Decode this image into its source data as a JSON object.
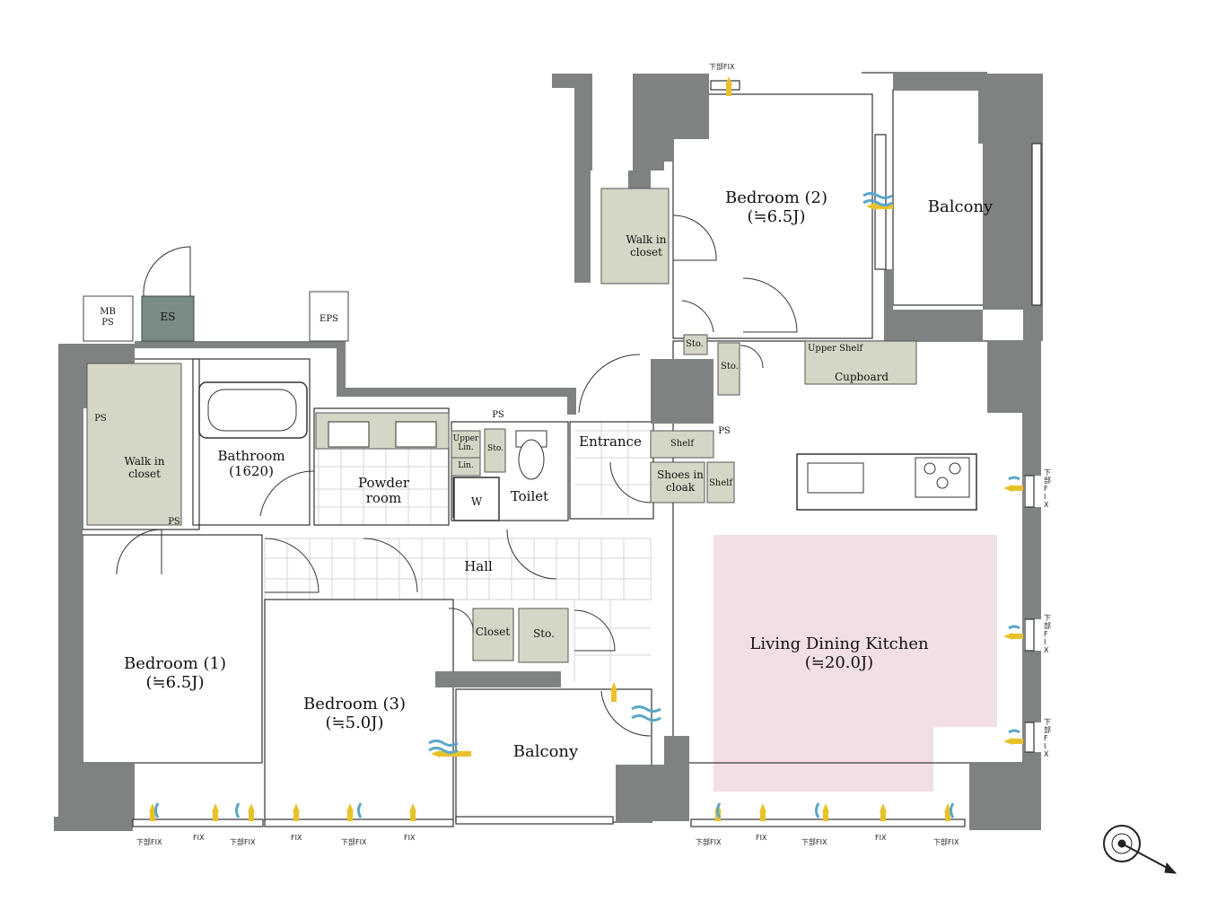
{
  "rooms": {
    "living": {
      "name": "Living Dining Kitchen",
      "area": "(≒20.0J)"
    },
    "bedroom1": {
      "name": "Bedroom (1)",
      "area": "(≒6.5J)"
    },
    "bedroom2": {
      "name": "Bedroom (2)",
      "area": "(≒6.5J)"
    },
    "bedroom3": {
      "name": "Bedroom (3)",
      "area": "(≒5.0J)"
    },
    "balcony_top": "Balcony",
    "balcony_bottom": "Balcony",
    "bathroom": {
      "name": "Bathroom",
      "size": "(1620)"
    },
    "powder": {
      "name": "Powder",
      "name2": "room"
    },
    "toilet": "Toilet",
    "hall": "Hall",
    "entrance": "Entrance",
    "wic1": {
      "l1": "Walk in",
      "l2": "closet"
    },
    "wic2": {
      "l1": "Walk in",
      "l2": "closet"
    },
    "shoes": {
      "l1": "Shoes in",
      "l2": "cloak"
    },
    "shelf1": "Shelf",
    "shelf2": "Shelf",
    "closet": "Closet",
    "sto_hall": "Sto.",
    "sto_bed2": "Sto.",
    "sto_ent": "Sto.",
    "sto_powder": "Sto.",
    "upper_lin": {
      "l1": "Upper",
      "l2": "Lin."
    },
    "lin": "Lin.",
    "washer": "W",
    "upper_shelf": "Upper Shelf",
    "cupboard": "Cupboard",
    "mbps": {
      "l1": "MB",
      "l2": "PS"
    },
    "es": "ES",
    "eps": "EPS",
    "ps_wic": "PS",
    "ps_wic2": "PS",
    "ps_powder": "PS",
    "ps_ent": "PS"
  },
  "sash_labels": {
    "fix": "FIX",
    "lower_fix": "下部FIX",
    "vertical": "下\n部\nF\nI\nX"
  },
  "colors": {
    "wall": "#7f8283",
    "closet": "#d6d6c6",
    "ldk": "#f2dfe3",
    "es": "#7a8c86",
    "floor_tile": "#cfcfcf"
  }
}
